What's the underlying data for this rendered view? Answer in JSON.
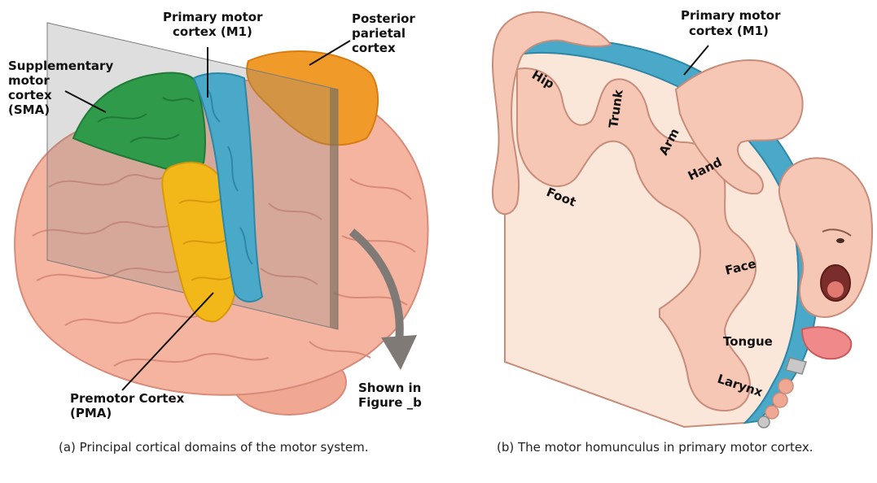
{
  "colors": {
    "brain_pink": "#f4b4a0",
    "gyri_stroke": "#d98a78",
    "sma_green": "#2e9a4a",
    "m1_blue": "#4aa8c8",
    "pma_yellow": "#f2b81a",
    "parietal_orange": "#f09a2a",
    "homunculus_skin": "#f6c7b4",
    "cortex_section": "#fbe6da"
  },
  "panel_a": {
    "labels": {
      "sma": [
        "Supplementary",
        "motor",
        "cortex",
        "(SMA)"
      ],
      "m1": [
        "Primary motor",
        "cortex (M1)"
      ],
      "parietal": [
        "Posterior",
        "parietal",
        "cortex"
      ],
      "pma": [
        "Premotor Cortex",
        "(PMA)"
      ],
      "shown": [
        "Shown in",
        "Figure _b"
      ]
    },
    "caption": "(a) Principal cortical domains of the motor system."
  },
  "panel_b": {
    "labels": {
      "m1": [
        "Primary motor",
        "cortex (M1)"
      ],
      "body_parts": {
        "hip": "Hip",
        "trunk": "Trunk",
        "arm": "Arm",
        "hand": "Hand",
        "foot": "Foot",
        "face": "Face",
        "tongue": "Tongue",
        "larynx": "Larynx"
      }
    },
    "caption": "(b) The motor homunculus in primary motor cortex."
  }
}
